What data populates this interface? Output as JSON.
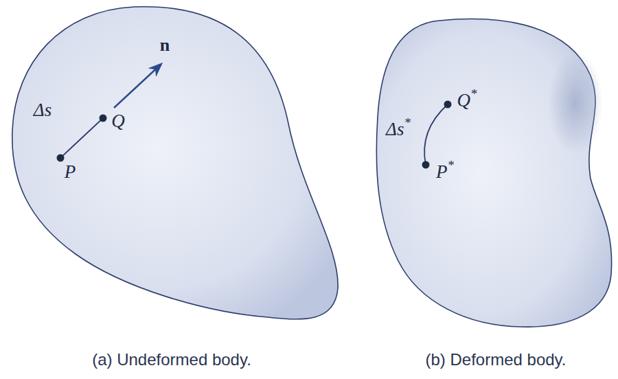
{
  "diagram": {
    "labels": [
      "n",
      "Δs",
      "Q",
      "P",
      "Δs*",
      "Q*",
      "P*",
      "(a) Undeformed body.",
      "(b) Deformed body."
    ]
  }
}
